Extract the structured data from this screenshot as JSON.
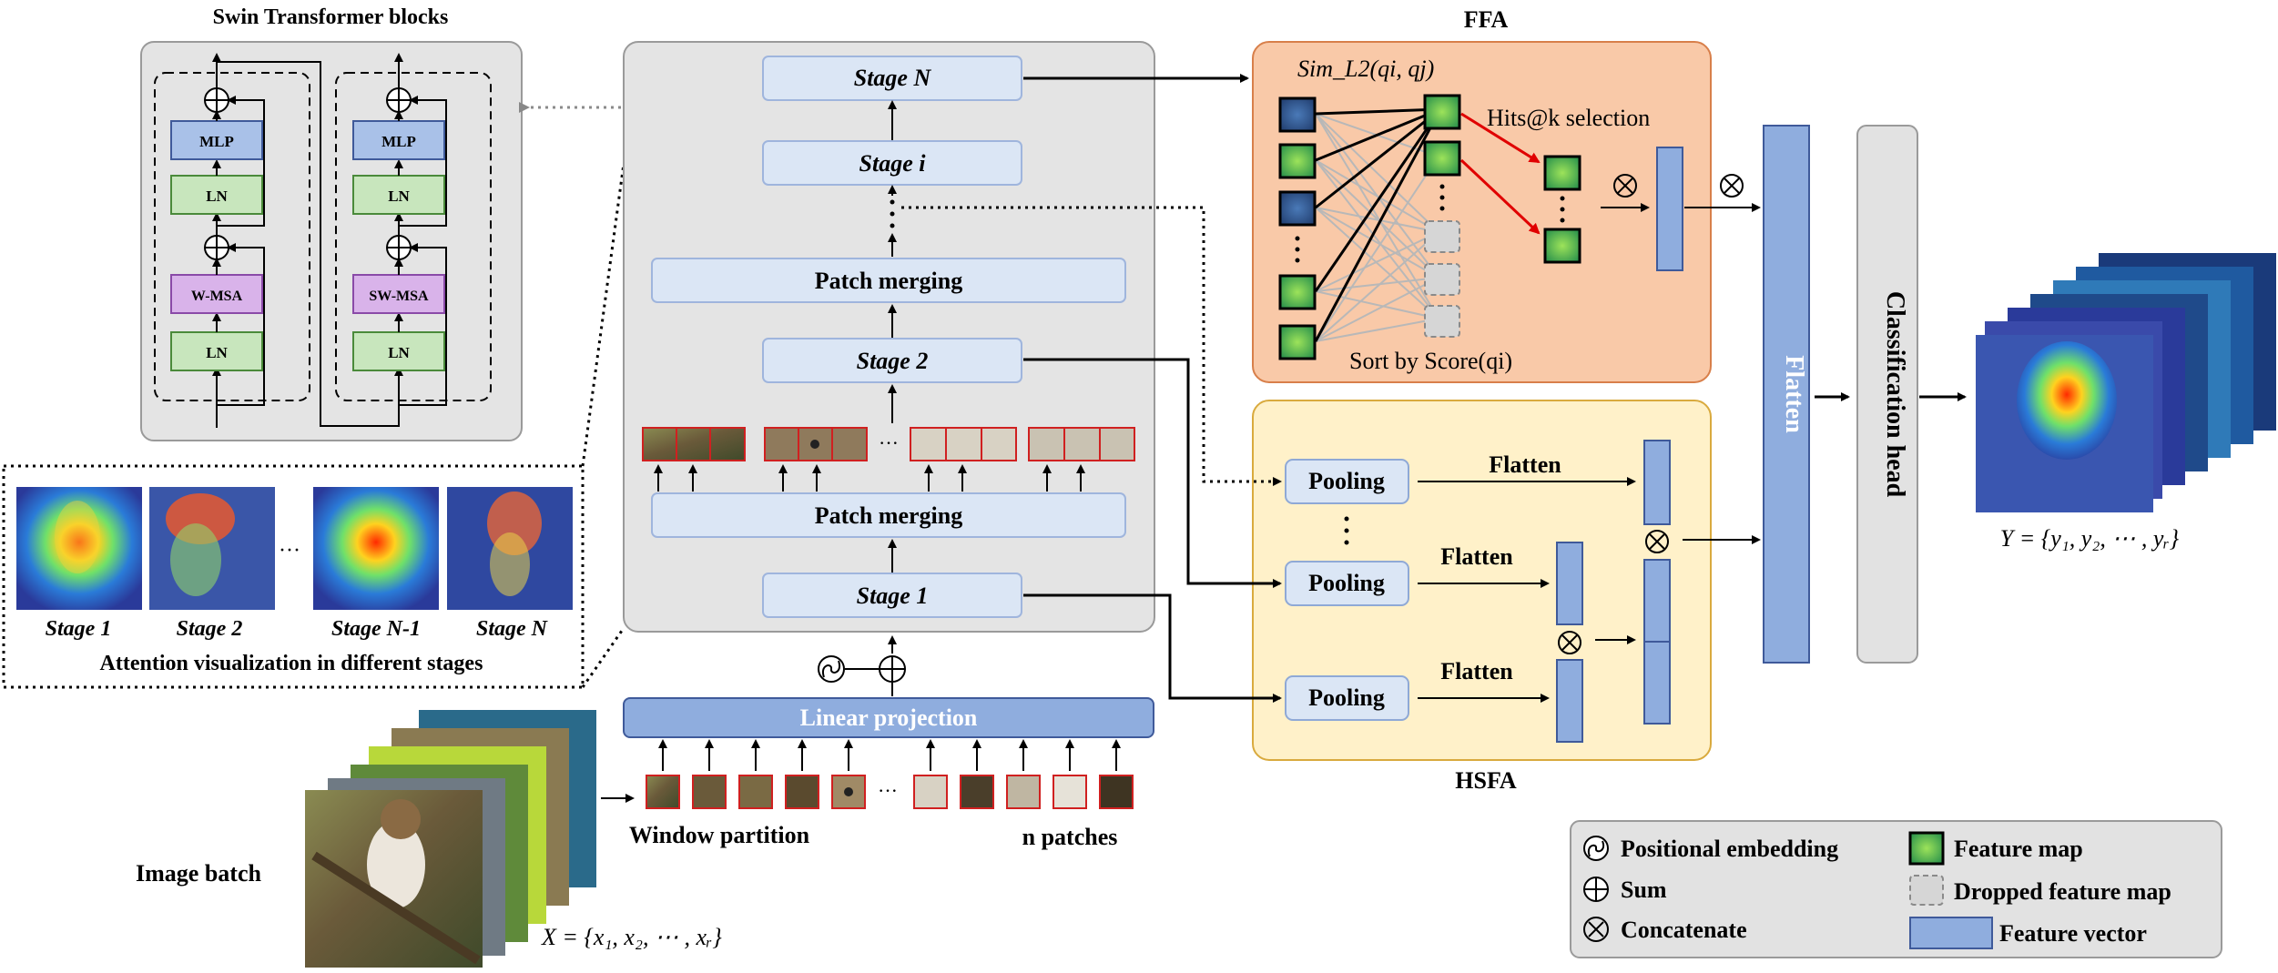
{
  "swin": {
    "title": "Swin Transformer blocks",
    "block1": {
      "mlp": "MLP",
      "ln_top": "LN",
      "msa": "W-MSA",
      "ln_bottom": "LN"
    },
    "block2": {
      "mlp": "MLP",
      "ln_top": "LN",
      "msa": "SW-MSA",
      "ln_bottom": "LN"
    }
  },
  "attention": {
    "caption": "Attention visualization in different stages",
    "labels": [
      "Stage 1",
      "Stage 2",
      "Stage N-1",
      "Stage N"
    ],
    "ellipsis": "···"
  },
  "backbone": {
    "stage_n": "Stage N",
    "stage_i": "Stage i",
    "patch_merging_top": "Patch merging",
    "stage_2": "Stage 2",
    "patch_merging_bottom": "Patch merging",
    "stage_1": "Stage 1",
    "linear_projection": "Linear projection",
    "ellipsis": "···"
  },
  "input": {
    "image_batch": "Image batch",
    "window_partition": "Window partition",
    "n_patches": "n patches",
    "x_formula": "X = {x₁, x₂, ⋯ , xᵣ}"
  },
  "ffa": {
    "title": "FFA",
    "sim_label": "Sim_L2(qi, qj)",
    "hits_label": "Hits@k selection",
    "sort_label": "Sort by Score(qi)"
  },
  "hsfa": {
    "title": "HSFA",
    "pooling": "Pooling",
    "flatten": "Flatten"
  },
  "flatten_bar": "Flatten",
  "classification_head": "Classification head",
  "output": {
    "y_formula": "Y = {y₁, y₂, ⋯ , yᵣ}"
  },
  "legend": {
    "positional_embedding": "Positional embedding",
    "sum": "Sum",
    "concatenate": "Concatenate",
    "feature_map": "Feature map",
    "dropped_feature_map": "Dropped feature map",
    "feature_vector": "Feature vector"
  },
  "colors": {
    "ffa_fill": "#f9c9a8",
    "ffa_stroke": "#d87f4a",
    "hsfa_fill": "#fff1c9",
    "hsfa_stroke": "#d9aa3e",
    "backbone_fill": "#e4e4e4",
    "stage_fill": "#dbe6f5",
    "vector_fill": "#8fadde",
    "vector_stroke": "#3f5a9a",
    "mlp_fill": "#a9c1e8",
    "ln_fill": "#c8e6bd",
    "msa_fill": "#d9b3ea",
    "patch_border": "#d02020",
    "head_fill": "#e2e2e2"
  }
}
